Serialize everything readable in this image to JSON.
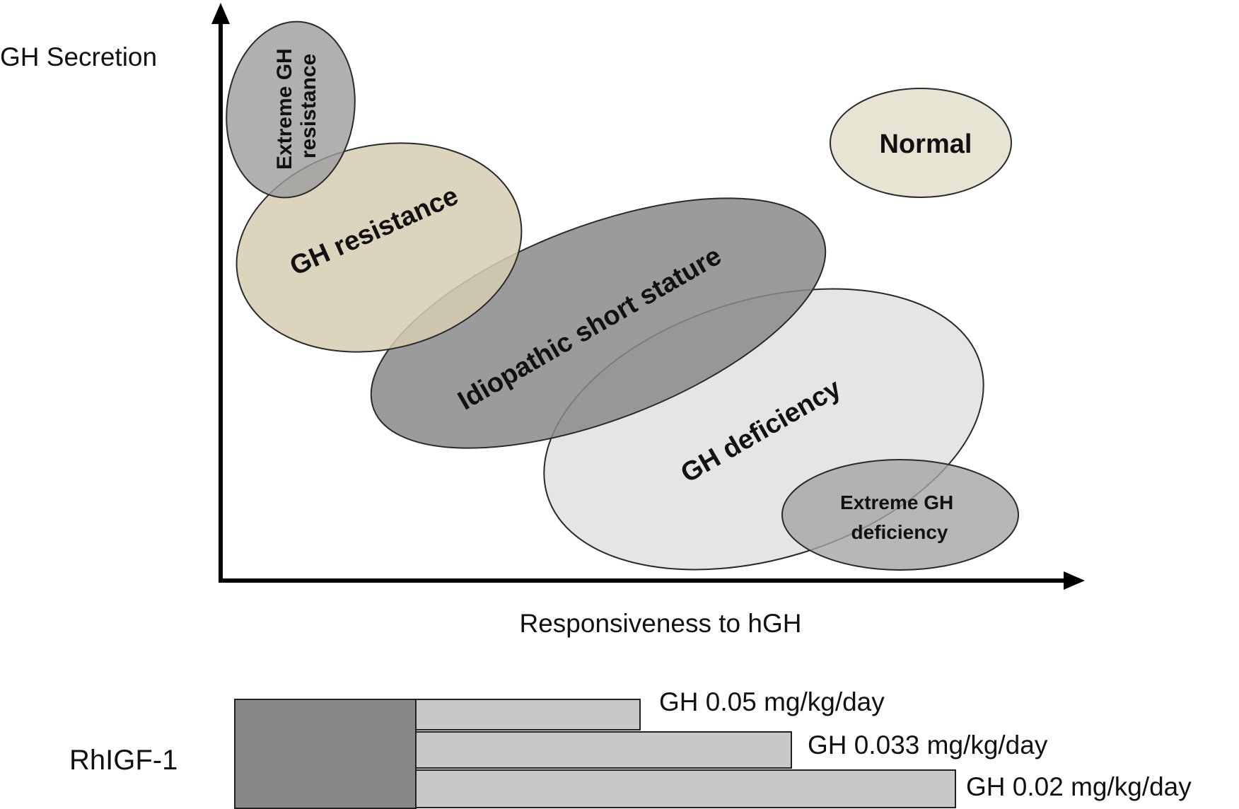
{
  "axes": {
    "y_label": "GH Secretion",
    "x_label": "Responsiveness to hGH"
  },
  "regions": [
    {
      "id": "extreme-gh-resistance",
      "lines": [
        "Extreme GH",
        "resistance"
      ],
      "fill": "#9c9c9e"
    },
    {
      "id": "gh-resistance",
      "lines": [
        "GH resistance"
      ],
      "fill": "#d6cdb0"
    },
    {
      "id": "normal",
      "lines": [
        "Normal"
      ],
      "fill": "#e8e4d4"
    },
    {
      "id": "idiopathic-short-stature",
      "lines": [
        "Idiopathic short stature"
      ],
      "fill": "#8a8a8a"
    },
    {
      "id": "gh-deficiency",
      "lines": [
        "GH deficiency"
      ],
      "fill": "#dcdcdc"
    },
    {
      "id": "extreme-gh-deficiency",
      "lines": [
        "Extreme GH",
        "deficiency"
      ],
      "fill": "#a5a5a5"
    }
  ],
  "treatment": {
    "label": "RhIGF-1",
    "igf_color": "#888888",
    "gh_color": "#c8c8c8",
    "bars": [
      {
        "label": "GH 0.05 mg/kg/day"
      },
      {
        "label": "GH 0.033 mg/kg/day"
      },
      {
        "label": "GH 0.02 mg/kg/day"
      }
    ]
  }
}
